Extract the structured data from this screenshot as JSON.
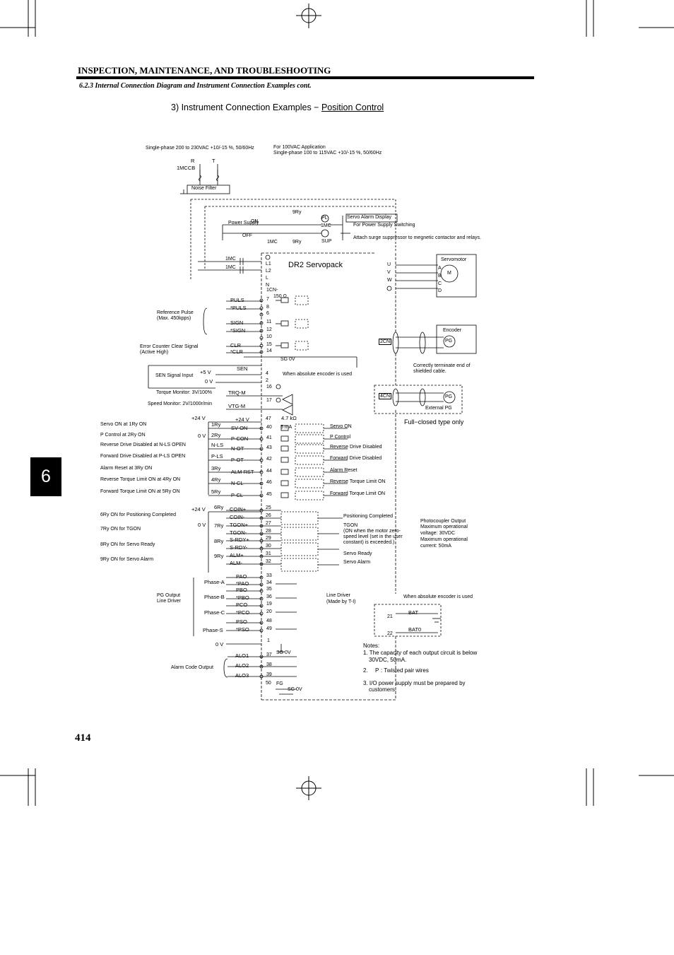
{
  "header": {
    "chapter": "INSPECTION, MAINTENANCE, AND TROUBLESHOOTING",
    "section": "6.2.3 Internal Connection Diagram and Instrument Connection Examples cont.",
    "title_prefix": "3)  Instrument Connection Examples − ",
    "title_link": "Position Control"
  },
  "chapter_tab": "6",
  "page_number": "414",
  "diagram": {
    "supply_left": "Single-phase 200 to 230VAC +10/-15 %, 50/60Hz",
    "supply_right_1": "For 100VAC Application",
    "supply_right_2": "Single-phase 100 to 115VAC +10/-15 %, 50/60Hz",
    "r": "R",
    "t": "T",
    "mccb": "1MCCB",
    "noise_filter": "Noise Filter",
    "power_supply": "Power Supply",
    "on": "ON",
    "off": "OFF",
    "ry9": "9Ry",
    "mc1": "1MC",
    "pl": "PL",
    "sup": "SUP",
    "alarm_display": "Servo Alarm Display",
    "power_switching": "For Power Supply Switching",
    "surge_note": "Attach surge suppressor to megnetic contactor and relays.",
    "servopack": "DR2 Servopack",
    "power_terminals": [
      "L1",
      "L2",
      "L",
      "N"
    ],
    "motor_terminals": [
      "U",
      "V",
      "W"
    ],
    "servomotor": "Servomotor",
    "motor_m": "M",
    "motor_pins": [
      "A",
      "B",
      "C",
      "D"
    ],
    "encoder": "Encoder",
    "pg": "PG",
    "cn2": "2CN",
    "cn4": "4CN",
    "cn1": "1CN-",
    "shield_note_1": "Correctly terminate end of",
    "shield_note_2": "shielded cable.",
    "external_pg": "External PG",
    "full_closed": "Full−closed type only",
    "ref_pulse_1": "Reference Pulse",
    "ref_pulse_2": "(Max. 450kpps)",
    "err_clear_1": "Error Counter Clear Signal",
    "err_clear_2": "(Active High)",
    "sen_input": "SEN Signal Input",
    "plus5v": "+5 V",
    "zero_v": "0 V",
    "sen_note": "When absolute encoder is used",
    "sg0v": "SG 0V",
    "r150": "150 Ω",
    "r47k": "4.7 kΩ",
    "ma5": "5 mA",
    "torque_mon": "Torque Monitor: 3V/100%",
    "speed_mon": "Speed Monitor: 2V/1000r/min",
    "plus24v": "+24 V",
    "ref_signals": [
      {
        "name": "PULS",
        "pin": "7"
      },
      {
        "name": "*PULS",
        "pin": "8"
      },
      {
        "name": "",
        "pin": "6"
      },
      {
        "name": "SIGN",
        "pin": "11"
      },
      {
        "name": "*SIGN",
        "pin": "12"
      },
      {
        "name": "",
        "pin": "10"
      },
      {
        "name": "CLR",
        "pin": "15"
      },
      {
        "name": "*CLR",
        "pin": "14"
      }
    ],
    "monitors": [
      {
        "name": "TRQ-M",
        "pin": "16"
      },
      {
        "name": "VTG-M",
        "pin": "17"
      }
    ],
    "inputs": [
      {
        "desc": "Servo ON at 1Ry ON",
        "relay": "1Ry",
        "name": "SV-ON",
        "pin": "40",
        "out": "Servo ON"
      },
      {
        "desc": "P Control  at 2Ry ON",
        "relay": "2Ry",
        "name": "P-CON",
        "pin": "41",
        "out": "P Control"
      },
      {
        "desc": "Reverse Drive Disabled at N-LS OPEN",
        "relay": "N-LS",
        "name": "N-OT",
        "pin": "43",
        "out": "Reverse Drive Disabled"
      },
      {
        "desc": "Forward Drive Disabled at P-LS OPEN",
        "relay": "P-LS",
        "name": "P-OT",
        "pin": "42",
        "out": "Forward Drive Disabled"
      },
      {
        "desc": "Alarm Reset at 3Ry ON",
        "relay": "3Ry",
        "name": "ALM RST",
        "pin": "44",
        "out": "Alarm Reset"
      },
      {
        "desc": "Reverse Torque Limit ON at 4Ry ON",
        "relay": "4Ry",
        "name": "N-CL",
        "pin": "46",
        "out": "Reverse Torque Limit ON"
      },
      {
        "desc": "Forward Torque Limit ON at 5Ry ON",
        "relay": "5Ry",
        "name": "P-CL",
        "pin": "45",
        "out": "Forward Torque Limit ON"
      }
    ],
    "outputs_desc": [
      {
        "desc": "6Ry ON for Positioning Completed",
        "relay": "6Ry"
      },
      {
        "desc": "7Ry ON for TGON",
        "relay": "7Ry"
      },
      {
        "desc": "8Ry ON for Servo Ready",
        "relay": "8Ry"
      },
      {
        "desc": "9Ry ON for Servo Alarm",
        "relay": "9Ry"
      }
    ],
    "outputs": [
      {
        "name": "COIN+",
        "pin": "25"
      },
      {
        "name": "COIN-",
        "pin": "26"
      },
      {
        "name": "TGON+",
        "pin": "27"
      },
      {
        "name": "TGON-",
        "pin": "28"
      },
      {
        "name": "S-RDY+",
        "pin": "29"
      },
      {
        "name": "S-RDY-",
        "pin": "30"
      },
      {
        "name": "ALM+",
        "pin": "31"
      },
      {
        "name": "ALM-",
        "pin": "32"
      }
    ],
    "out_positioning": "Positioning Completed",
    "out_tgon_1": "TGON",
    "out_tgon_2": "(ON when the motor zero-",
    "out_tgon_3": "speed level (set in the user",
    "out_tgon_4": "constant) is exceeded.)",
    "out_ready": "Servo Ready",
    "out_alarm": "Servo Alarm",
    "photo_1": "Photocoupler Output",
    "photo_2": "Maximum operational",
    "photo_3": "voltage: 30VDC",
    "photo_4": "Maximum operational",
    "photo_5": "current: 50mA",
    "pg_output_1": "PG Output",
    "pg_output_2": "Line Driver",
    "phases": [
      "Phase-A",
      "Phase-B",
      "Phase-C",
      "Phase-S"
    ],
    "pg_signals": [
      {
        "name": "PAO",
        "pin": "33"
      },
      {
        "name": "*PAO",
        "pin": "34"
      },
      {
        "name": "PBO",
        "pin": "35"
      },
      {
        "name": "*PBO",
        "pin": "36"
      },
      {
        "name": "PCO",
        "pin": "19"
      },
      {
        "name": "*PCO",
        "pin": "20"
      },
      {
        "name": "PSO",
        "pin": "48"
      },
      {
        "name": "*PSO",
        "pin": "49"
      }
    ],
    "line_driver_1": "Line Driver",
    "line_driver_2": "(Made by T-I)",
    "abs_note": "When absolute encoder is used",
    "bat": "BAT",
    "bat0": "BAT0",
    "bat_pin1": "21",
    "bat_pin2": "22",
    "pin1": "1",
    "alarm_code": "Alarm Code Output",
    "alarm_signals": [
      {
        "name": "ALO1",
        "pin": "37"
      },
      {
        "name": "ALO2",
        "pin": "38"
      },
      {
        "name": "ALO3",
        "pin": "39"
      }
    ],
    "pin50": "50",
    "fg": "FG",
    "notes_title": "Notes:",
    "note1a": "1. The capacity of each output circuit is below",
    "note1b": "30VDC, 50mA.",
    "note2": ": Twisted pair wires",
    "note2num": "2.",
    "note3a": "3. I/O power supply must be prepared by",
    "note3b": "customers."
  }
}
